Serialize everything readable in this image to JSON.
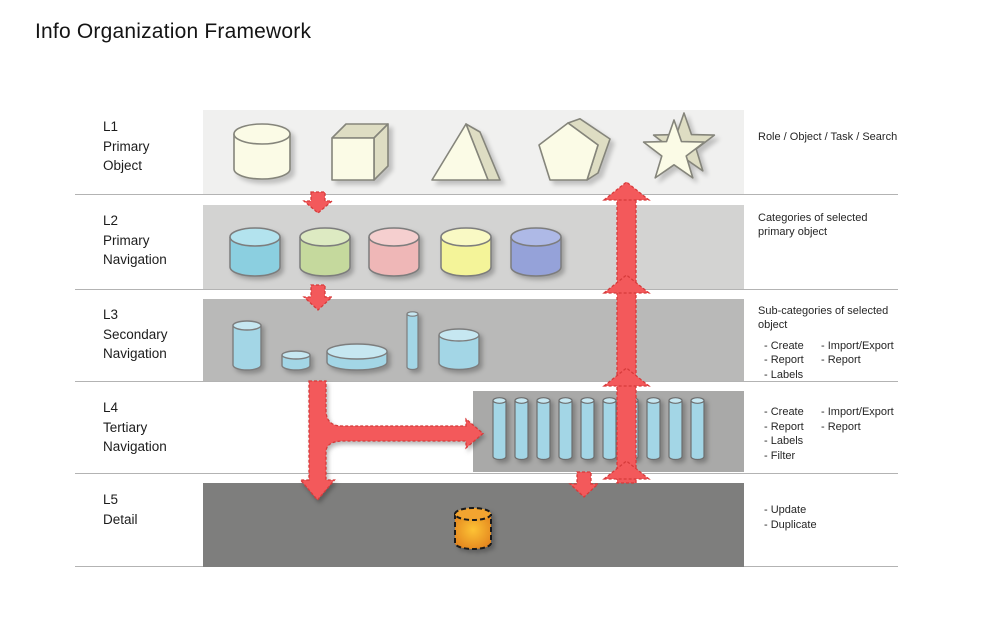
{
  "title": "Info Organization Framework",
  "colors": {
    "text": "#1f1f1f",
    "line": "#b3b3b3",
    "band_l1": "#f0f0ef",
    "band_l2": "#d3d3d2",
    "band_l3": "#b9b9b8",
    "band_l4_box": "#a9a9a8",
    "band_l5": "#7e7e7d",
    "accent_red": "#f3595b",
    "accent_red_dark": "#d63b3b",
    "cream": "#fbfbe6",
    "cream_side": "#deddc3",
    "shape_outline": "#85857b",
    "cyl_outline": "#7d7d7d",
    "cyl_blue": "#8bcfe0",
    "cyl_blue_top": "#b3e3ee",
    "cyl_green": "#c5d99d",
    "cyl_green_top": "#ddeac2",
    "cyl_pink": "#efb7b7",
    "cyl_pink_top": "#f5cfcf",
    "cyl_yellow": "#f4f499",
    "cyl_yellow_top": "#f9f9c4",
    "cyl_periwinkle": "#95a2d9",
    "cyl_periwinkle_top": "#aeb9e6",
    "l3_blue": "#a3d6e6",
    "l3_blue_top": "#c6e7f1",
    "orange_mid": "#fdc335",
    "orange_edge": "#e2821d",
    "orange_top": "#f2a430"
  },
  "rows": [
    {
      "id": "L1",
      "left": [
        "L1",
        "Primary",
        "Object"
      ],
      "right": {
        "text": "Role / Object / Task / Search"
      },
      "shapes": [
        "cylinder",
        "cube",
        "triangle-prism",
        "pentagon",
        "star"
      ]
    },
    {
      "id": "L2",
      "left": [
        "L2",
        "Primary",
        "Navigation"
      ],
      "right": {
        "text": "Categories of selected primary object"
      }
    },
    {
      "id": "L3",
      "left": [
        "L3",
        "Secondary",
        "Navigation"
      ],
      "right": {
        "text": "Sub-categories of selected object",
        "bullets_col1": [
          "- Create",
          "- Report",
          "- Labels"
        ],
        "bullets_col2": [
          "- Import/Export",
          "- Report"
        ]
      }
    },
    {
      "id": "L4",
      "left": [
        "L4",
        "Tertiary",
        "Navigation"
      ],
      "right": {
        "bullets_col1": [
          "- Create",
          "- Report",
          "- Labels",
          "- Filter"
        ],
        "bullets_col2": [
          "- Import/Export",
          "- Report"
        ]
      }
    },
    {
      "id": "L5",
      "left": [
        "L5",
        "Detail"
      ],
      "right": {
        "bullets_col1": [
          "- Update",
          "- Duplicate"
        ]
      }
    }
  ]
}
